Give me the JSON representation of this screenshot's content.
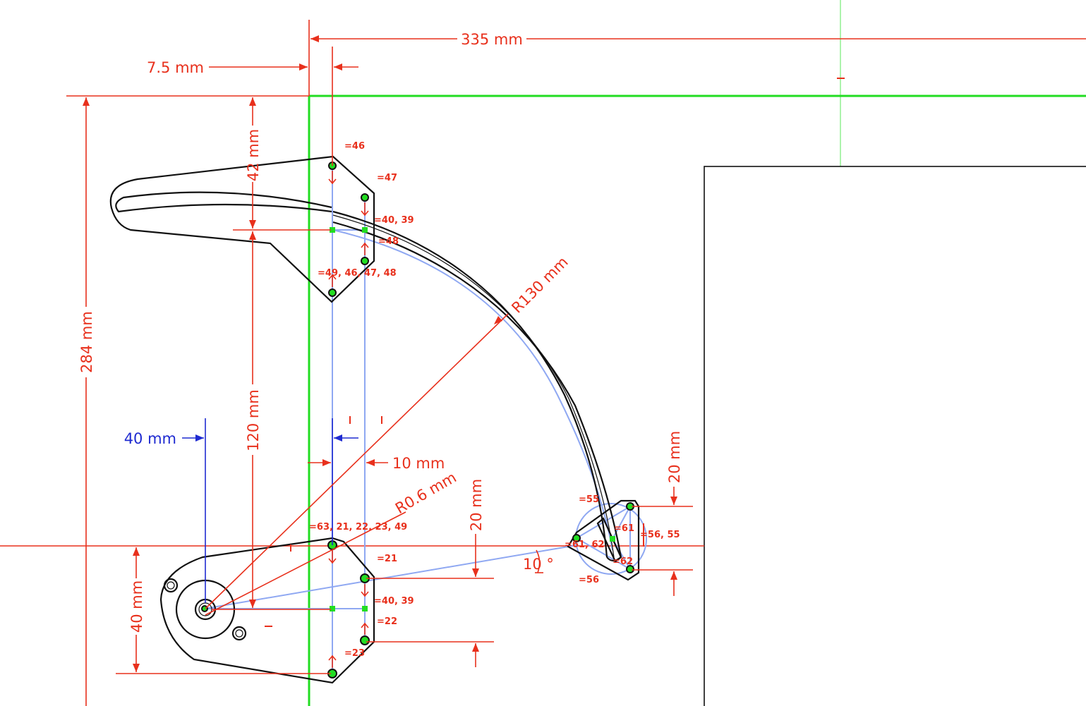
{
  "dimensions": {
    "top_width": "335 mm",
    "left_offset": "7.5 mm",
    "total_height": "284 mm",
    "top_arm_height": "42 mm",
    "arm_spacing": "120 mm",
    "base_offset": "40 mm",
    "pivot_spacing": "10 mm",
    "bottom_height": "40 mm",
    "arc_radius": "R130 mm",
    "fillet_radius": "R0.6 mm",
    "lower_pin_height": "20 mm",
    "right_height": "20 mm",
    "angle": "10 °"
  },
  "constraint_tags": {
    "t46": "46",
    "t47": "47",
    "t4039a": "40, 39",
    "t48": "48",
    "t49": "49, 46, 47, 48",
    "t63": "63, 21, 22, 23, 49",
    "t21": "21",
    "t4039b": "40, 39",
    "t22": "22",
    "t23": "23",
    "t55": "55",
    "t61": "61",
    "t5655": "56, 55",
    "t6162": "61, 62",
    "t62": "62",
    "t56": "56"
  },
  "colors": {
    "dimension": "#e8301c",
    "driving_dimension": "#1f2bd1",
    "construction": "#8fa8f2",
    "axis": "#22dd22",
    "geometry": "#111111"
  }
}
